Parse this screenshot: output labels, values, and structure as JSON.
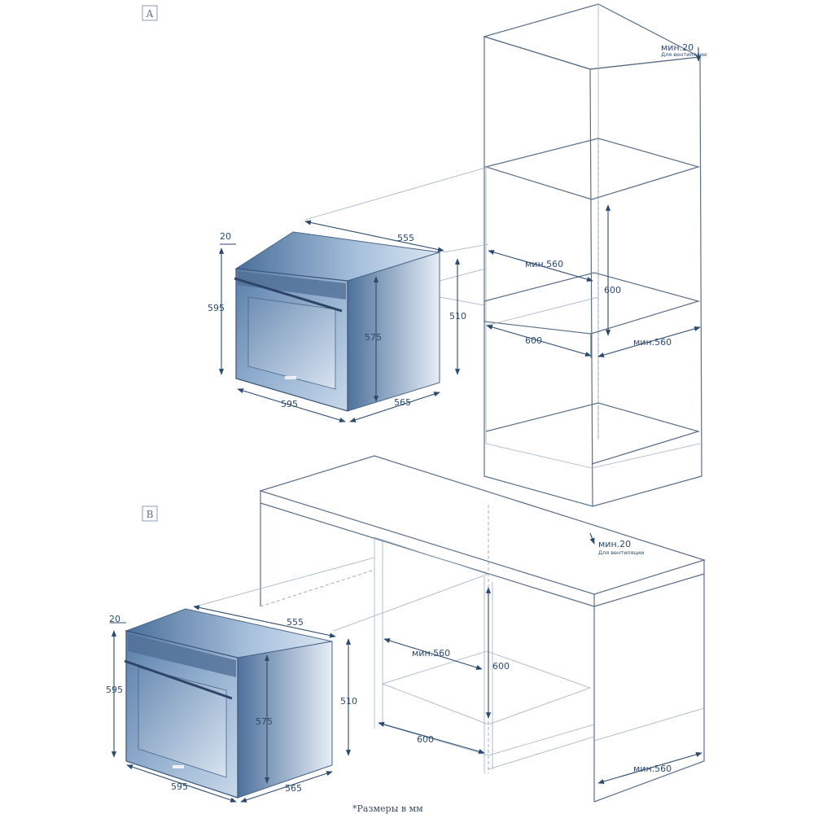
{
  "panel_a": {
    "tag": "A",
    "oven": {
      "d20": "20",
      "d555": "555",
      "d595h": "595",
      "d575": "575",
      "d510": "510",
      "d595w": "595",
      "d565": "565"
    },
    "cabinet": {
      "min20": "мин.20",
      "vent": "Для вентиляции",
      "min560_top": "мин.560",
      "d600h": "600",
      "d600w": "600",
      "min560_right": "мин.560"
    }
  },
  "panel_b": {
    "tag": "B",
    "oven": {
      "d20": "20",
      "d555": "555",
      "d595h": "595",
      "d575": "575",
      "d510": "510",
      "d595w": "595",
      "d565": "565"
    },
    "cabinet": {
      "min20": "мин.20",
      "vent": "Для вентиляции",
      "min560_inner": "мин.560",
      "d600h": "600",
      "d600w": "600",
      "min560_right": "мин.560"
    }
  },
  "footnote": "*Размеры в мм",
  "colors": {
    "oven_dark": "#3c5d86",
    "oven_light": "#b8cde4",
    "line": "#5a6f86",
    "dimension": "#2c4a6e"
  }
}
